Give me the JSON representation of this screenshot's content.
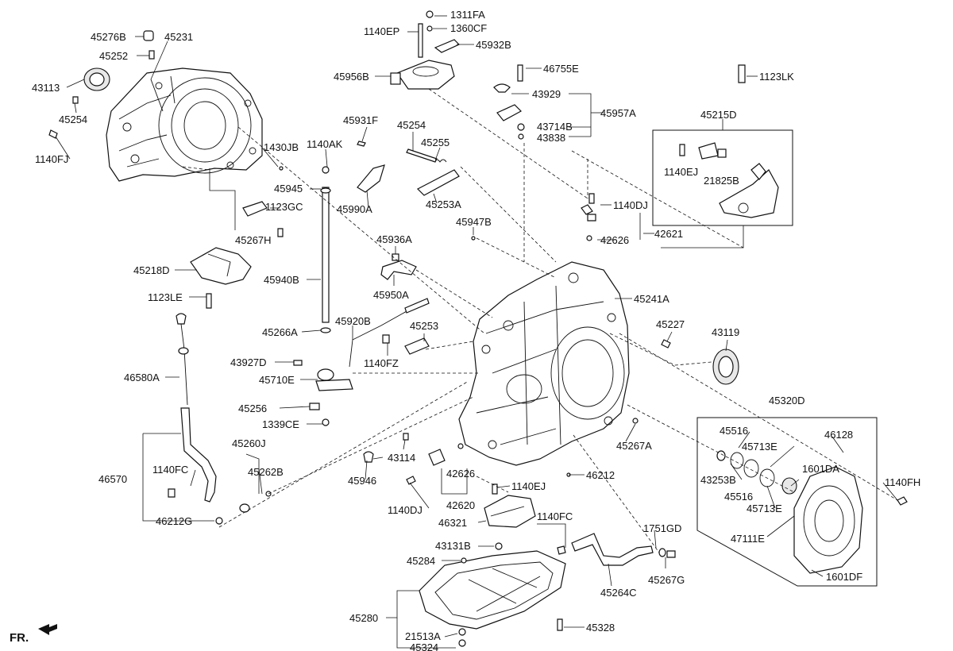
{
  "labels": {
    "l45276B": "45276B",
    "l45231": "45231",
    "l45252": "45252",
    "l43113": "43113",
    "l45254a": "45254",
    "l1140FJ": "1140FJ",
    "l1430JB": "1430JB",
    "l1123GC": "1123GC",
    "l45267H": "45267H",
    "l45218D": "45218D",
    "l1123LE": "1123LE",
    "l46580A": "46580A",
    "l46570": "46570",
    "l1140FC": "1140FC",
    "l46212G": "46212G",
    "l1311FA": "1311FA",
    "l1140EP": "1140EP",
    "l1360CF": "1360CF",
    "l45932B": "45932B",
    "l45956B": "45956B",
    "l46755E": "46755E",
    "l43929": "43929",
    "l45957A": "45957A",
    "l43714B": "43714B",
    "l43838": "43838",
    "l1123LK": "1123LK",
    "l45215D": "45215D",
    "l1140EJ": "1140EJ",
    "l21825B": "21825B",
    "l45931F": "45931F",
    "l45254b": "45254",
    "l45255": "45255",
    "l1140AK": "1140AK",
    "l45945": "45945",
    "l45990A": "45990A",
    "l45253A": "45253A",
    "l1140DJ": "1140DJ",
    "l45947B": "45947B",
    "l42626a": "42626",
    "l42621": "42621",
    "l45936A": "45936A",
    "l45940B": "45940B",
    "l45950A": "45950A",
    "l45241A": "45241A",
    "l45227": "45227",
    "l43119": "43119",
    "l45920B": "45920B",
    "l45253": "45253",
    "l45266A": "45266A",
    "l43927D": "43927D",
    "l1140FZ": "1140FZ",
    "l45710E": "45710E",
    "l45256": "45256",
    "l1339CE": "1339CE",
    "l45320D": "45320D",
    "l45516a": "45516",
    "l46128": "46128",
    "l45713Ea": "45713E",
    "l43253B": "43253B",
    "l1601DA": "1601DA",
    "l45516b": "45516",
    "l45713Eb": "45713E",
    "l47111E": "47111E",
    "l1601DF": "1601DF",
    "l1140FH": "1140FH",
    "l45267A": "45267A",
    "l45260J": "45260J",
    "l43114": "43114",
    "l45262B": "45262B",
    "l45946": "45946",
    "l42626b": "42626",
    "l46212": "46212",
    "l1140DJb": "1140DJ",
    "l42620": "42620",
    "l1140EJb": "1140EJ",
    "l46321": "46321",
    "l1140FCb": "1140FC",
    "l1751GD": "1751GD",
    "l43131B": "43131B",
    "l45284": "45284",
    "l45267G": "45267G",
    "l45264C": "45264C",
    "l45280": "45280",
    "l45328": "45328",
    "l21513A": "21513A",
    "l45324": "45324",
    "lFR": "FR."
  }
}
